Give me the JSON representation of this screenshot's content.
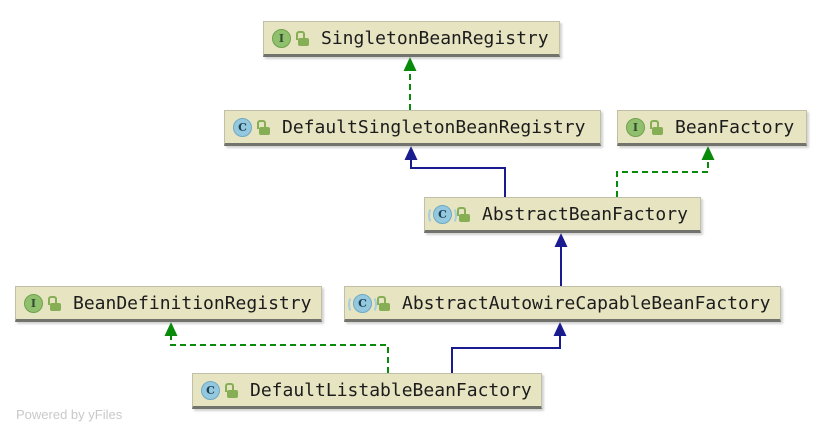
{
  "watermark": "Powered by yFiles",
  "colors": {
    "background": "#ffffff",
    "node_fill": "#e7e4c2",
    "node_border": "#c2bfa8",
    "node_bottom_border": "#73736e",
    "implements_edge": "#0a8a0a",
    "extends_edge": "#1b1b90",
    "interface_icon": "#90bf6e",
    "class_icon": "#94c8de",
    "lock_icon": "#85ae55",
    "label_text": "#1c1c1c",
    "watermark_text": "#c9c9c9"
  },
  "nodes": [
    {
      "label": "SingletonBeanRegistry",
      "kind": "interface",
      "visibility": "public",
      "icon_letter": "I"
    },
    {
      "label": "DefaultSingletonBeanRegistry",
      "kind": "class",
      "visibility": "public",
      "icon_letter": "C"
    },
    {
      "label": "BeanFactory",
      "kind": "interface",
      "visibility": "public",
      "icon_letter": "I"
    },
    {
      "label": "AbstractBeanFactory",
      "kind": "abstract-class",
      "visibility": "public",
      "icon_letter": "C"
    },
    {
      "label": "BeanDefinitionRegistry",
      "kind": "interface",
      "visibility": "public",
      "icon_letter": "I"
    },
    {
      "label": "AbstractAutowireCapableBeanFactory",
      "kind": "abstract-class",
      "visibility": "public",
      "icon_letter": "C"
    },
    {
      "label": "DefaultListableBeanFactory",
      "kind": "class",
      "visibility": "public",
      "icon_letter": "C"
    }
  ],
  "edges": [
    {
      "from": "DefaultSingletonBeanRegistry",
      "to": "SingletonBeanRegistry",
      "type": "implements",
      "style": "dashed-green"
    },
    {
      "from": "AbstractBeanFactory",
      "to": "DefaultSingletonBeanRegistry",
      "type": "extends",
      "style": "solid-navy"
    },
    {
      "from": "AbstractBeanFactory",
      "to": "BeanFactory",
      "type": "implements",
      "style": "dashed-green"
    },
    {
      "from": "AbstractAutowireCapableBeanFactory",
      "to": "AbstractBeanFactory",
      "type": "extends",
      "style": "solid-navy"
    },
    {
      "from": "DefaultListableBeanFactory",
      "to": "BeanDefinitionRegistry",
      "type": "implements",
      "style": "dashed-green"
    },
    {
      "from": "DefaultListableBeanFactory",
      "to": "AbstractAutowireCapableBeanFactory",
      "type": "extends",
      "style": "solid-navy"
    }
  ]
}
